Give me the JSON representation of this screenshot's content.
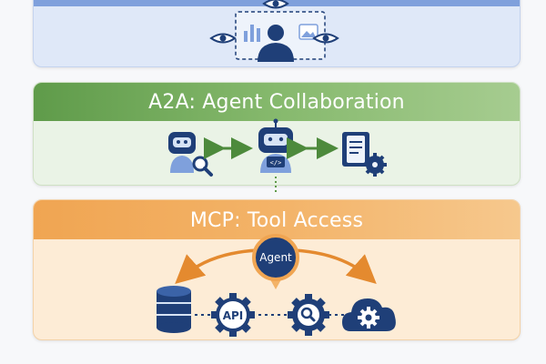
{
  "layers": {
    "top": {
      "icons": [
        "eye-icon",
        "person-icon",
        "bar-chart-icon",
        "image-icon"
      ]
    },
    "a2a": {
      "title": "A2A: Agent Collaboration",
      "icons": [
        "search-robot-icon",
        "coding-robot-icon",
        "document-gear-icon",
        "double-arrow-icon"
      ]
    },
    "mcp": {
      "title": "MCP: Tool Access",
      "agent_label": "Agent",
      "api_label": "API",
      "icons": [
        "database-icon",
        "api-gear-icon",
        "search-gear-icon",
        "cloud-gear-icon"
      ]
    }
  },
  "colors": {
    "top_accent": "#7fa0dc",
    "a2a_accent": "#5f9b4a",
    "mcp_accent": "#f0a552",
    "icon_navy": "#1f3f78"
  }
}
